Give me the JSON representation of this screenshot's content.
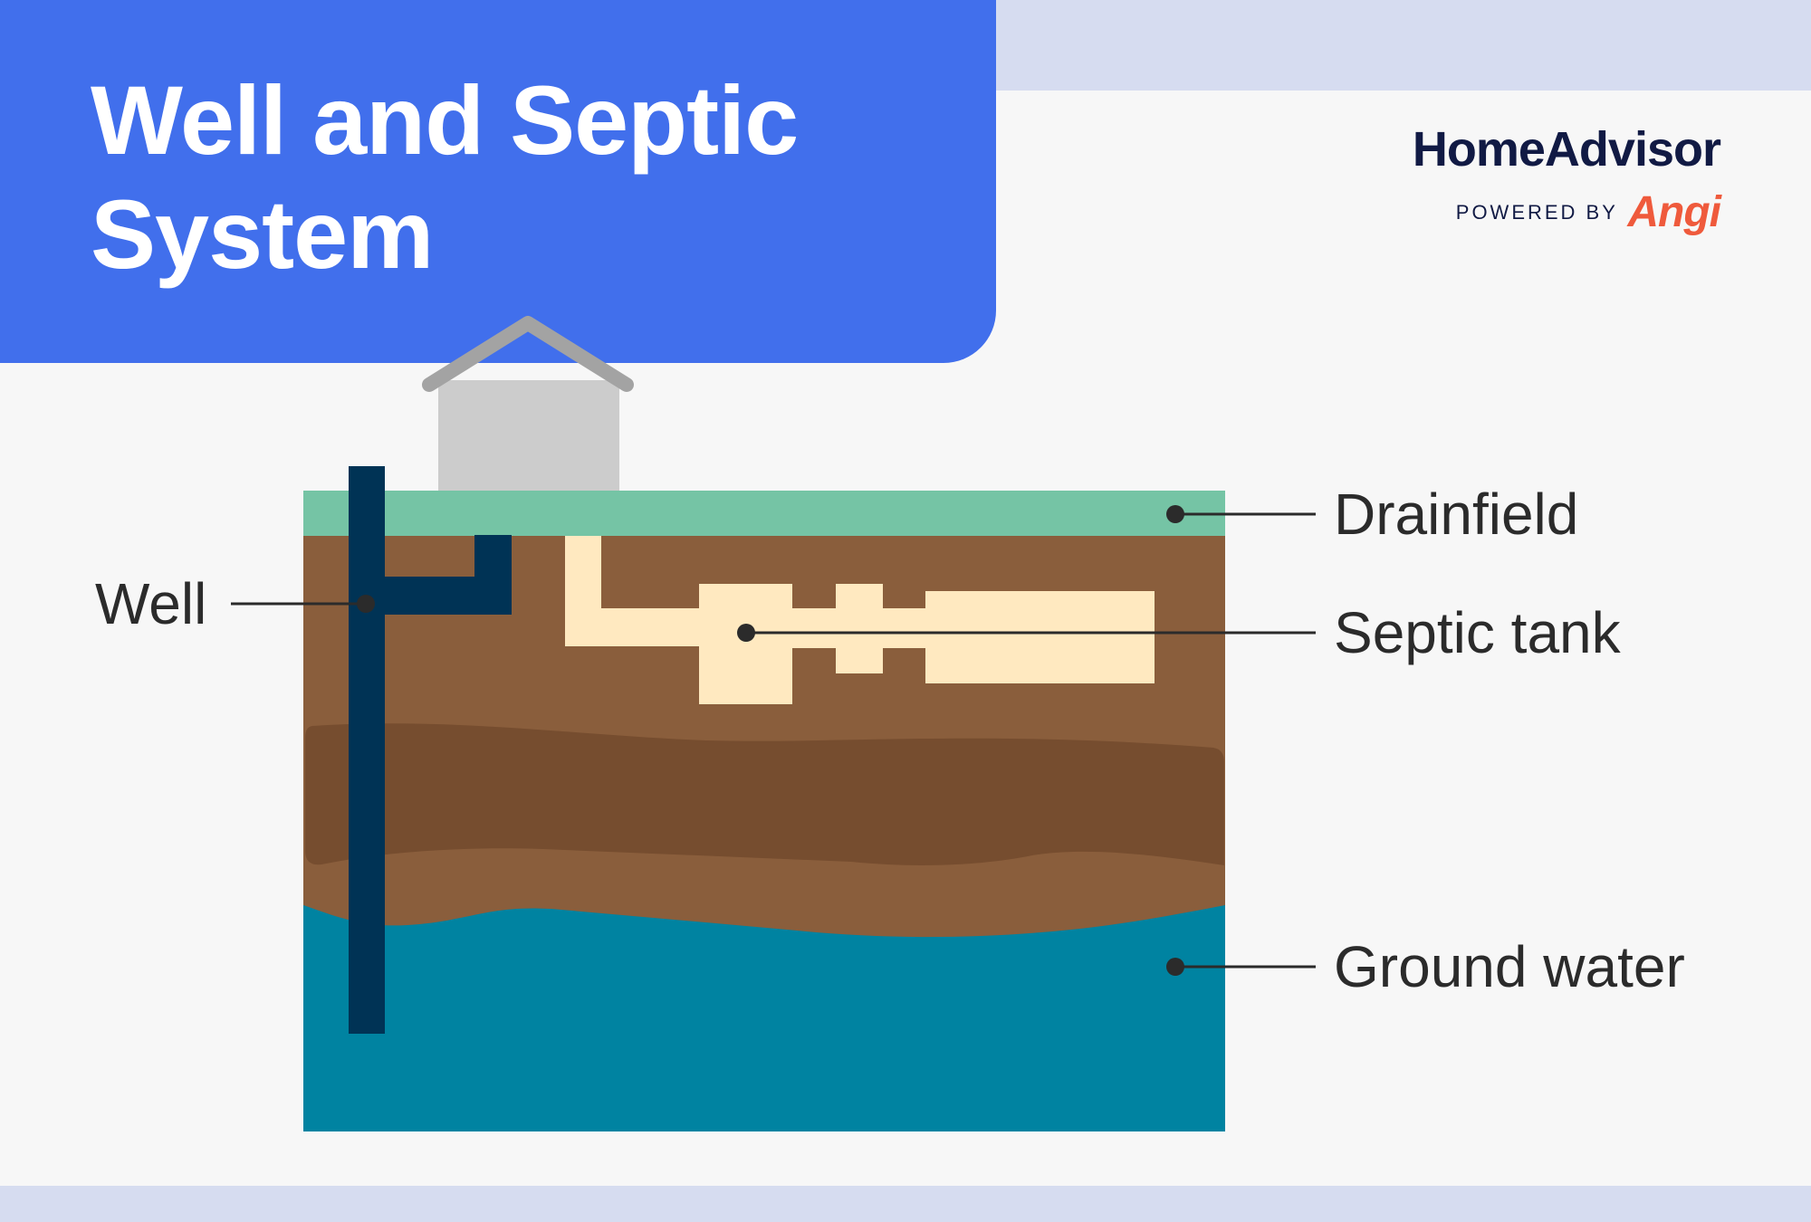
{
  "title": {
    "line1": "Well and Septic",
    "line2": "System"
  },
  "brand": {
    "name": "HomeAdvisor",
    "powered_by": "POWERED BY",
    "sub_brand": "Angi"
  },
  "labels": {
    "well": "Well",
    "drainfield": "Drainfield",
    "septic_tank": "Septic tank",
    "ground_water": "Ground water"
  },
  "colors": {
    "title_bg": "#416fec",
    "band": "#d6dcf0",
    "page_bg": "#f7f7f7",
    "grass": "#75c4a5",
    "soil": "#8a5e3c",
    "soil_dark": "#764d2f",
    "ground_water": "#0083a1",
    "well_pipe": "#003355",
    "septic": "#ffe9c0",
    "house": "#cccccc",
    "roof": "#a3a3a3",
    "brand_text": "#111a44",
    "angi": "#ef5a3c"
  }
}
